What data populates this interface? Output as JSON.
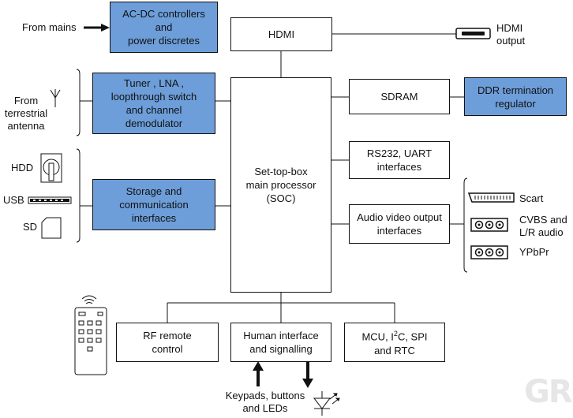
{
  "blocks": {
    "acdc": "AC-DC controllers\nand\npower discretes",
    "hdmi": "HDMI",
    "tuner": "Tuner , LNA ,\nloopthrough switch\nand channel\ndemodulator",
    "soc": "Set-top-box\nmain processor\n(SOC)",
    "sdram": "SDRAM",
    "ddr": "DDR termination\nregulator",
    "rs232": "RS232, UART\ninterfaces",
    "storage": "Storage and\ncommunication\ninterfaces",
    "avout": "Audio video output\ninterfaces",
    "rf": "RF remote\ncontrol",
    "human": "Human interface\nand signalling",
    "mcu_prefix": "MCU, I",
    "mcu_sup": "2",
    "mcu_suffix": "C, SPI\nand RTC"
  },
  "labels": {
    "from_mains": "From mains",
    "hdmi_output": "HDMI\noutput",
    "from_antenna": "From\nterrestrial\nantenna",
    "hdd": "HDD",
    "usb": "USB",
    "sd": "SD",
    "scart": "Scart",
    "cvbs": "CVBS and\nL/R audio",
    "ypbpr": "YPbPr",
    "keypads": "Keypads, buttons\nand LEDs"
  },
  "colors": {
    "block_fill": "#6d9eda",
    "line": "#111111",
    "watermark": "#e6e6e6"
  },
  "icons": {
    "antenna": "antenna-icon",
    "hdmi_port": "hdmi-port-icon",
    "hdd": "hdd-icon",
    "usb": "usb-icon",
    "sd": "sd-card-icon",
    "scart": "scart-port-icon",
    "rca_cvbs": "rca-connector-icon",
    "rca_ypbpr": "rca-connector-icon",
    "remote": "remote-control-icon",
    "led": "led-icon"
  },
  "watermark": "GR"
}
